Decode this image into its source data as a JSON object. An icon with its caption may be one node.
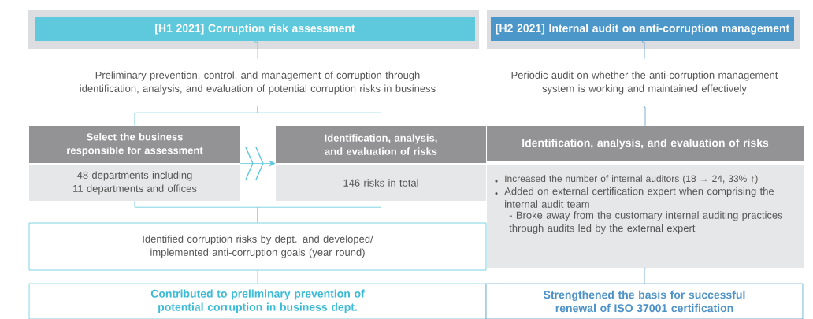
{
  "diagram": {
    "nodes": [
      {
        "text": [
          "[H1 2021] Corruption risk assessment"
        ]
      },
      {
        "text": [
          "[H2 2021] Internal audit on anti-corruption management"
        ]
      },
      {
        "text": [
          "Preliminary prevention, control, and management of corruption through identification, analysis, and evaluation of potential corruption risks in business"
        ]
      },
      {
        "text": [
          "Select the business responsible for assessment",
          "48 departments including 11 departments and offices"
        ]
      },
      {
        "text": [
          "Identification, analysis, and evaluation of risks",
          "146 risks in total"
        ]
      },
      {
        "text": [
          "Identified corruption risks by dept. and developed/ implemented anti-corruption goals (year round)"
        ]
      },
      {
        "text": [
          "Contributed to preliminary prevention of potential corruption in business dept."
        ]
      },
      {
        "text": [
          "Periodic audit on whether the anti-corruption management system is working and maintained effectively"
        ]
      },
      {
        "text": [
          "Identification, analysis, and evaluation of risks",
          "Increased the number of internal auditors (18 → 24, 33% ↑)",
          "Added on external certification expert when comprising the internal audit team",
          "- Broke away from the customary internal auditing practices through audits led by the external expert"
        ]
      },
      {
        "text": [
          "Strengthened the basis for successful renewal of ISO 37001 certification"
        ]
      }
    ],
    "edges": [
      {
        "from": 0,
        "to": 2,
        "arrow": "none"
      },
      {
        "from": 2,
        "to": 3,
        "arrow": "none"
      },
      {
        "from": 2,
        "to": 4,
        "arrow": "none"
      },
      {
        "from": 3,
        "to": 4,
        "arrow": "to"
      },
      {
        "from": 3,
        "to": 5,
        "arrow": "none"
      },
      {
        "from": 4,
        "to": 5,
        "arrow": "none"
      },
      {
        "from": 5,
        "to": 6,
        "arrow": "none"
      },
      {
        "from": 1,
        "to": 7,
        "arrow": "none",
        "color": "#5b9bd0"
      },
      {
        "from": 7,
        "to": 8,
        "arrow": "none",
        "color": "#5b9bd0"
      },
      {
        "from": 8,
        "to": 9,
        "arrow": "none",
        "color": "#5b9bd0"
      }
    ]
  }
}
